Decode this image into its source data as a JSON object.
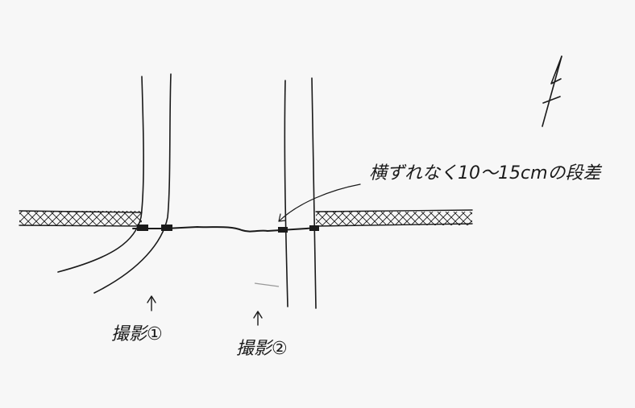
{
  "annotation": {
    "note": "横ずれなく10〜15cmの段差",
    "shot_1": "撮影①",
    "shot_2": "撮影②",
    "north_mark": "N"
  },
  "colors": {
    "ink": "#1a1a1a",
    "paper": "#f7f7f7"
  }
}
